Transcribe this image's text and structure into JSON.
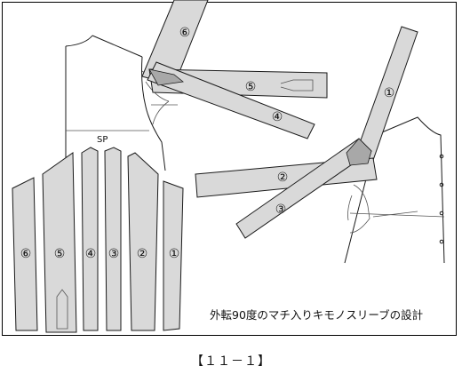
{
  "diagram": {
    "caption": "外転90度のマチ入りキモノスリーブの設計",
    "figure_number": "【１１－１】",
    "sp_label": "SP",
    "panel_labels": [
      "①",
      "②",
      "③",
      "④",
      "⑤",
      "⑥"
    ],
    "colors": {
      "panel_fill": "#d9d9d9",
      "overlap_fill": "#a8a8a8",
      "stroke": "#1a1a1a"
    }
  }
}
